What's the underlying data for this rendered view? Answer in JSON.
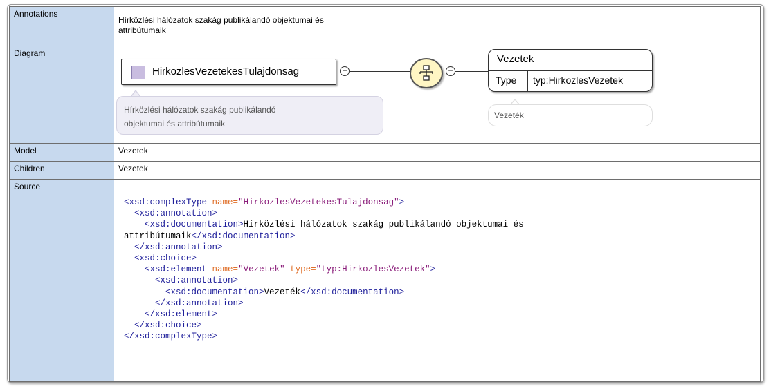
{
  "rows": {
    "annotations": {
      "label": "Annotations",
      "text_line1": "Hírközlési hálózatok szakág publikálandó objektumai és",
      "text_line2": "attribútumaik"
    },
    "diagram": {
      "label": "Diagram",
      "root_name": "HirkozlesVezetekesTulajdonsag",
      "root_doc_line1": "Hírközlési hálózatok szakág publikálandó",
      "root_doc_line2": "objektumai és attribútumaik",
      "element_name": "Vezetek",
      "element_type_key": "Type",
      "element_type_value": "typ:HirkozlesVezetek",
      "element_doc": "Vezeték",
      "minus_symbol": "−"
    },
    "model": {
      "label": "Model",
      "value": "Vezetek"
    },
    "children": {
      "label": "Children",
      "value": "Vezetek"
    },
    "source": {
      "label": "Source",
      "lines": {
        "l1_open": "<xsd:complexType",
        "l1_attr": "name=",
        "l1_val": "\"HirkozlesVezetekesTulajdonsag\"",
        "l1_close": ">",
        "l2": "<xsd:annotation>",
        "l3_open": "<xsd:documentation>",
        "l3_text": "Hírközlési hálózatok szakág publikálandó objektumai és",
        "l4_text": "attribútumaik",
        "l4_close": "</xsd:documentation>",
        "l5": "</xsd:annotation>",
        "l6": "<xsd:choice>",
        "l7_open": "<xsd:element",
        "l7_attr1": "name=",
        "l7_val1": "\"Vezetek\"",
        "l7_attr2": "type=",
        "l7_val2": "\"typ:HirkozlesVezetek\"",
        "l7_close": ">",
        "l8": "<xsd:annotation>",
        "l9_open": "<xsd:documentation>",
        "l9_text": "Vezeték",
        "l9_close": "</xsd:documentation>",
        "l10": "</xsd:annotation>",
        "l11": "</xsd:element>",
        "l12": "</xsd:choice>",
        "l13": "</xsd:complexType>"
      }
    }
  },
  "colors": {
    "label_bg": "#c7d9ee",
    "tag": "#1e1e9a",
    "attr_name": "#e0702a",
    "attr_value": "#8a1d7a",
    "choice_fill": "#fff6c4",
    "root_square": "#c9bde0"
  },
  "icons": [
    "choice-compositor-icon",
    "collapse-minus-icon"
  ]
}
